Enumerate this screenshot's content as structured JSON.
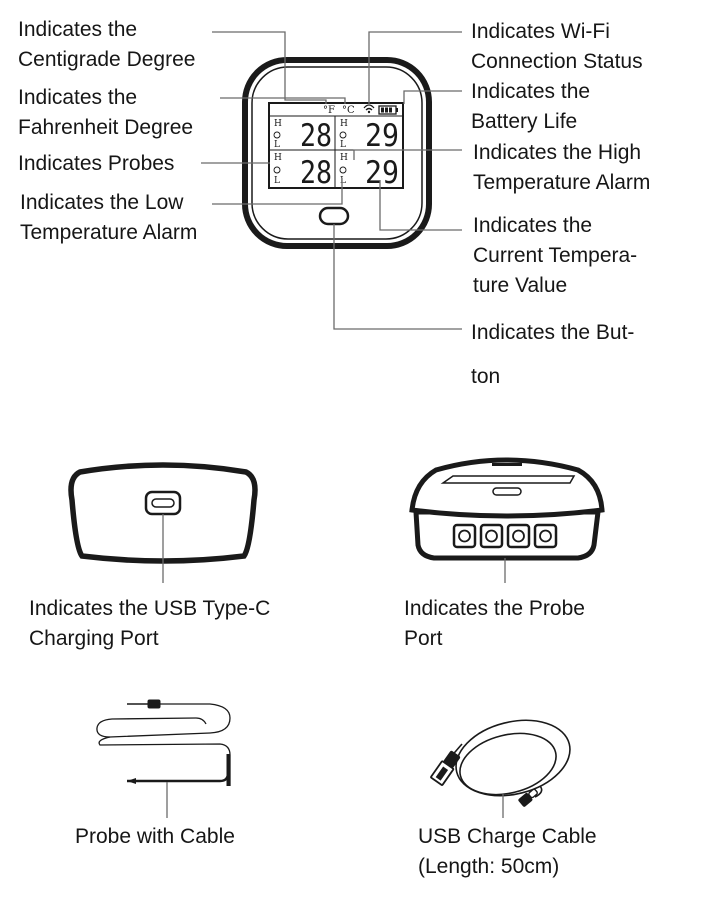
{
  "labels": {
    "centigrade": [
      "Indicates the",
      "Centigrade Degree"
    ],
    "fahrenheit": [
      "Indicates the",
      "Fahrenheit Degree"
    ],
    "probes": [
      "Indicates Probes"
    ],
    "low_alarm": [
      "Indicates the Low",
      "Temperature Alarm"
    ],
    "wifi": [
      "Indicates Wi-Fi",
      "Connection Status"
    ],
    "battery": [
      "Indicates the",
      "Battery Life"
    ],
    "high_alarm": [
      "Indicates the High",
      "Temperature Alarm"
    ],
    "current_temp": [
      "Indicates the",
      "Current Tempera-",
      "ture Value"
    ],
    "button": [
      "Indicates the But-",
      "ton"
    ],
    "usb_port": [
      "Indicates the USB Type-C",
      "Charging Port"
    ],
    "probe_port": [
      "Indicates the Probe",
      "Port"
    ],
    "probe_cable": [
      "Probe with Cable"
    ],
    "usb_cable": [
      "USB Charge Cable",
      "(Length: 50cm)"
    ]
  },
  "display": {
    "unit_f": "°F",
    "unit_c": "°C",
    "h": "H",
    "l": "L",
    "probe1_value": "28",
    "probe2_value": "29",
    "probe3_value": "28",
    "probe4_value": "29"
  },
  "colors": {
    "line": "#6b6b6b",
    "device": "#1a1a1a",
    "text": "#161616"
  }
}
